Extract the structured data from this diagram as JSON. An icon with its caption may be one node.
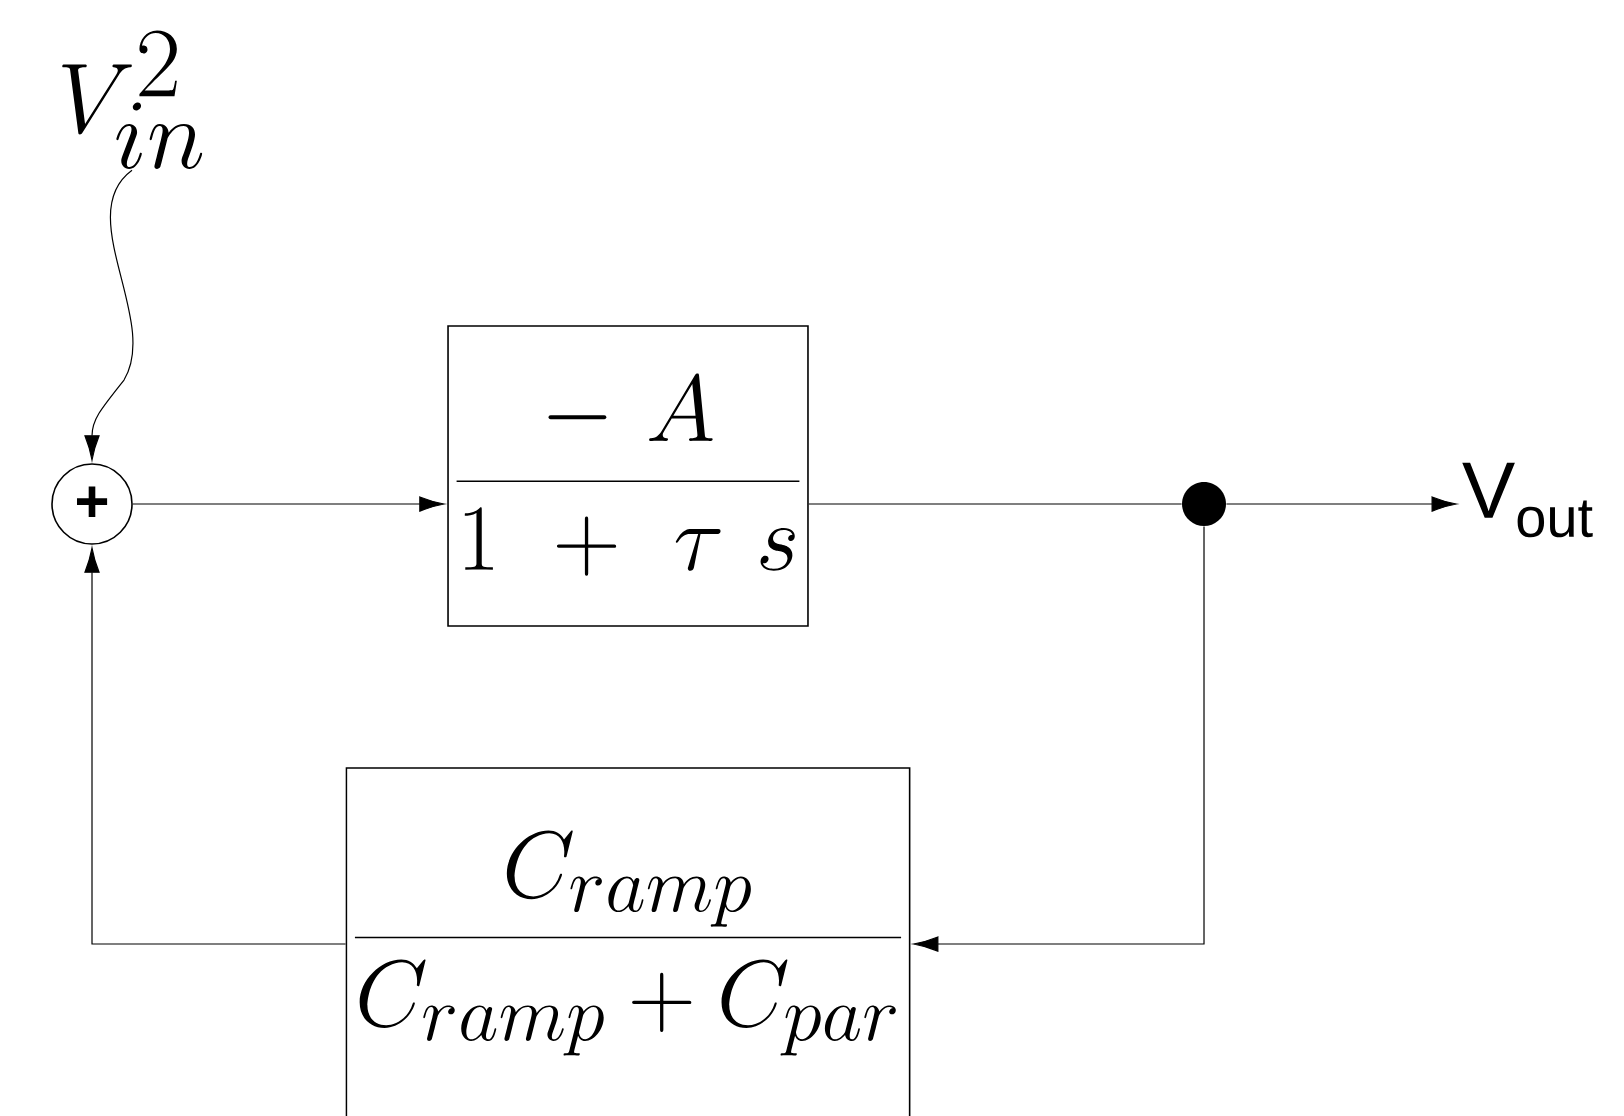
{
  "diagram": {
    "nodes": [
      {
        "text": [
          "V_{in}^{2}"
        ]
      },
      {
        "text": [
          "+"
        ]
      },
      {
        "text": [
          "\\frac{-\\ A}{1\\ +\\ \\tau\\ s}"
        ]
      },
      {
        "text": [],
        "shape": "circle"
      },
      {
        "text": [
          "V$_{out}$"
        ]
      },
      {
        "text": [
          "\\frac{C_{ramp}}{C_{ramp}+C_{par}}"
        ]
      }
    ],
    "edges": [
      {
        "from": 0,
        "to": 1,
        "arrow": "to"
      },
      {
        "from": 1,
        "to": 2,
        "arrow": "to"
      },
      {
        "from": 2,
        "to": 3,
        "arrow": "none"
      },
      {
        "from": 3,
        "to": 4,
        "arrow": "to"
      },
      {
        "from": 3,
        "to": 5,
        "arrow": "to"
      },
      {
        "from": 5,
        "to": 1,
        "arrow": "to"
      }
    ]
  }
}
